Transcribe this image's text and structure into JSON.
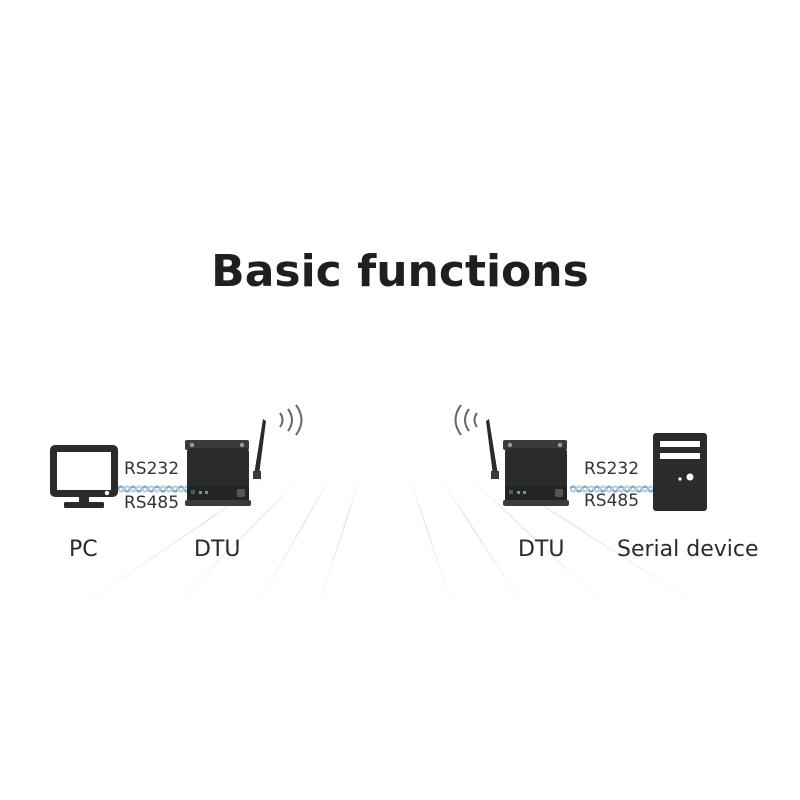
{
  "title": "Basic functions",
  "left": {
    "device_label": "PC",
    "dtu_label": "DTU",
    "port_top": "RS232",
    "port_bottom": "RS485"
  },
  "right": {
    "device_label": "Serial device",
    "dtu_label": "DTU",
    "port_top": "RS232",
    "port_bottom": "RS485"
  },
  "icons": [
    "monitor-icon",
    "dtu-device-icon",
    "antenna-icon",
    "wireless-signal-icon",
    "serial-device-icon",
    "serial-cable-icon"
  ],
  "colors": {
    "device_body": "#2a2b2d",
    "title_text": "#1f1f1f",
    "cable": "#7fa9c6"
  }
}
